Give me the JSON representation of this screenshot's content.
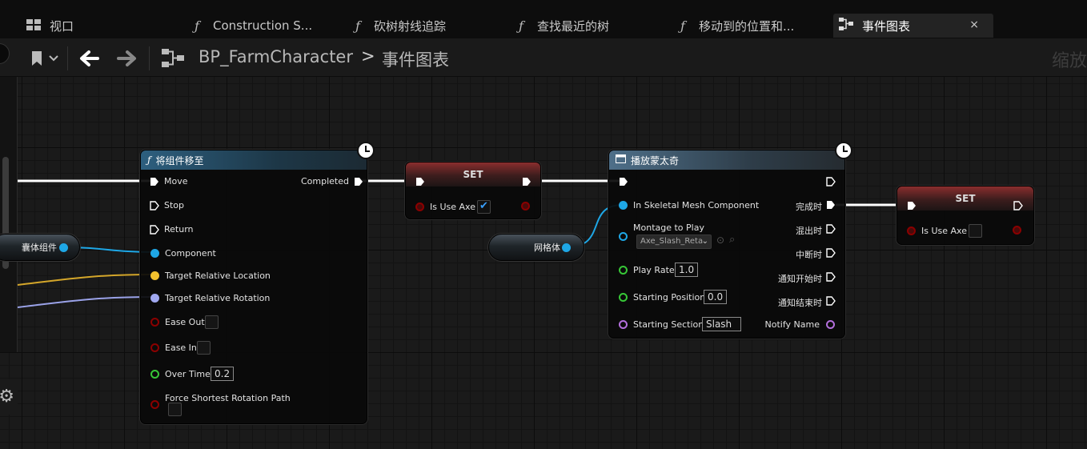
{
  "tabs": [
    {
      "label": "视口",
      "icon": "grid-icon"
    },
    {
      "label": "Construction S...",
      "icon": "function-icon"
    },
    {
      "label": "砍树射线追踪",
      "icon": "function-icon"
    },
    {
      "label": "查找最近的树",
      "icon": "function-icon"
    },
    {
      "label": "移动到的位置和...",
      "icon": "function-icon"
    },
    {
      "label": "事件图表",
      "icon": "event-graph-icon",
      "active": true,
      "close": "×"
    }
  ],
  "toolbar": {
    "blueprint_name": "BP_FarmCharacter",
    "separator": ">",
    "graph_name": "事件图表",
    "zoom_label": "缩放"
  },
  "nodes": {
    "move_component": {
      "title": "将组件移至",
      "exec_pins": [
        "Move",
        "Stop",
        "Return"
      ],
      "completed": "Completed",
      "component": "Component",
      "target_location": "Target Relative Location",
      "target_rotation": "Target Relative Rotation",
      "ease_out": "Ease Out",
      "ease_in": "Ease In",
      "over_time": "Over Time",
      "over_time_value": "0.2",
      "force_shortest": "Force Shortest Rotation Path"
    },
    "set_1": {
      "title": "SET",
      "var": "Is Use Axe",
      "checked": true
    },
    "set_2": {
      "title": "SET",
      "var": "Is Use Axe",
      "checked": false
    },
    "capsule_var": {
      "label": "囊体组件"
    },
    "mesh_var": {
      "label": "网格体"
    },
    "play_montage": {
      "title": "播放蒙太奇",
      "in_mesh": "In Skeletal Mesh Component",
      "montage": "Montage to Play",
      "montage_value": "Axe_Slash_Reta",
      "play_rate": "Play Rate",
      "play_rate_value": "1.0",
      "starting_position": "Starting Position",
      "starting_position_value": "0.0",
      "starting_section": "Starting Section",
      "starting_section_value": "Slash",
      "outputs": [
        "完成时",
        "混出时",
        "中断时",
        "通知开始时",
        "通知结束时"
      ],
      "notify_name": "Notify Name"
    }
  },
  "colors": {
    "exec": "#ffffff",
    "object": "#1ea7e6",
    "vector": "#f2c12e",
    "rotator": "#a0a8f0",
    "bool": "#8b0000",
    "float": "#37c737",
    "name": "#b36fdc"
  }
}
